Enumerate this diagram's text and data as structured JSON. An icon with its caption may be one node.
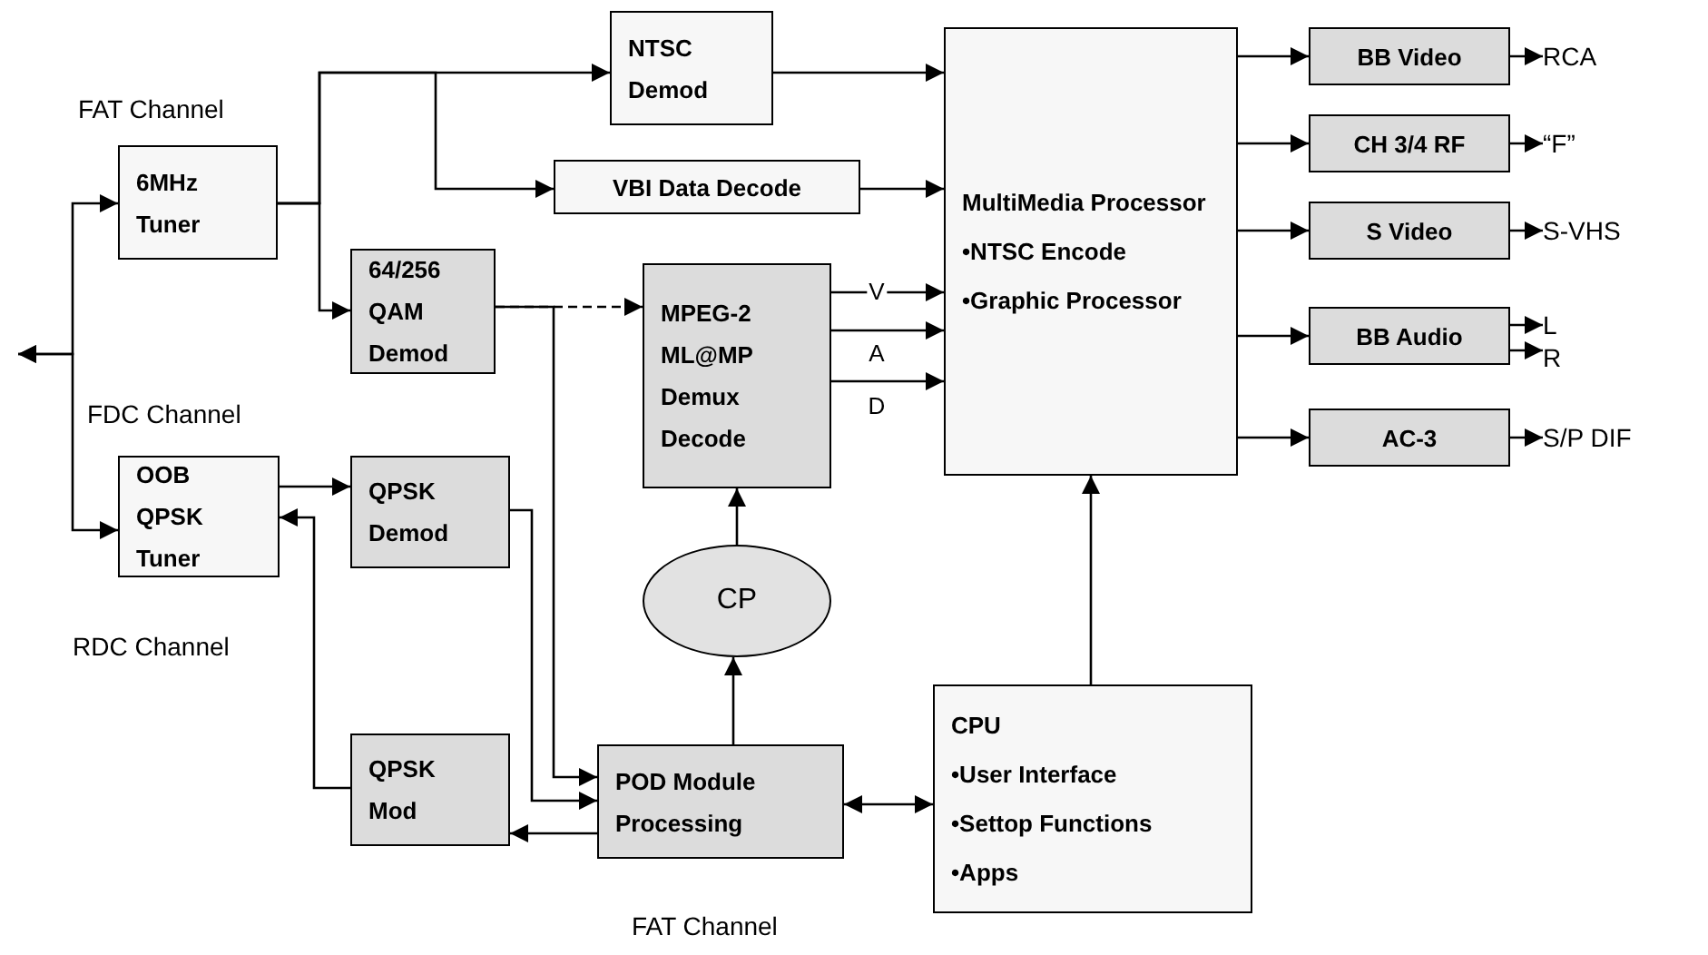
{
  "diagram": {
    "nodes": [
      {
        "text": [
          "6MHz Tuner"
        ]
      },
      {
        "text": [
          "NTSC Demod"
        ]
      },
      {
        "text": [
          "VBI Data Decode"
        ]
      },
      {
        "text": [
          "64/256 QAM Demod"
        ]
      },
      {
        "text": [
          "MPEG-2 ML@MP Demux Decode"
        ]
      },
      {
        "text": [
          "MultiMedia Processor",
          "•NTSC Encode",
          "•Graphic Processor"
        ]
      },
      {
        "text": [
          "BB Video"
        ]
      },
      {
        "text": [
          "CH 3/4 RF"
        ]
      },
      {
        "text": [
          "S Video"
        ]
      },
      {
        "text": [
          "BB Audio"
        ]
      },
      {
        "text": [
          "AC-3"
        ]
      },
      {
        "text": [
          "RCA"
        ]
      },
      {
        "text": [
          "“F”"
        ]
      },
      {
        "text": [
          "S-VHS"
        ]
      },
      {
        "text": [
          "L"
        ]
      },
      {
        "text": [
          "R"
        ]
      },
      {
        "text": [
          "S/P DIF"
        ]
      },
      {
        "text": [
          "OOB QPSK Tuner"
        ]
      },
      {
        "text": [
          "QPSK Demod"
        ]
      },
      {
        "text": [
          "CP"
        ]
      },
      {
        "text": [
          "QPSK Mod"
        ]
      },
      {
        "text": [
          "POD Module Processing"
        ]
      },
      {
        "text": [
          "CPU",
          "•User Interface",
          "•Settop Functions",
          "•Apps"
        ]
      }
    ],
    "edges": [
      {
        "from": null,
        "to": 0,
        "arrow": "both"
      },
      {
        "from": null,
        "to": 17,
        "arrow": "both"
      },
      {
        "from": 0,
        "to": 1,
        "arrow": "to"
      },
      {
        "from": 0,
        "to": 2,
        "arrow": "to"
      },
      {
        "from": 0,
        "to": 3,
        "arrow": "to"
      },
      {
        "from": 1,
        "to": 5,
        "arrow": "to"
      },
      {
        "from": 2,
        "to": 5,
        "arrow": "to"
      },
      {
        "from": 3,
        "to": 4,
        "arrow": "to",
        "style": "dashed"
      },
      {
        "from": 3,
        "to": 21,
        "arrow": "to"
      },
      {
        "from": 4,
        "to": 5,
        "arrow": "to",
        "label": "V"
      },
      {
        "from": 4,
        "to": 5,
        "arrow": "to",
        "label": "A"
      },
      {
        "from": 4,
        "to": 5,
        "arrow": "to",
        "label": "D"
      },
      {
        "from": 5,
        "to": 6,
        "arrow": "to"
      },
      {
        "from": 5,
        "to": 7,
        "arrow": "to"
      },
      {
        "from": 5,
        "to": 8,
        "arrow": "to"
      },
      {
        "from": 5,
        "to": 9,
        "arrow": "to"
      },
      {
        "from": 5,
        "to": 10,
        "arrow": "to"
      },
      {
        "from": 6,
        "to": 11,
        "arrow": "to"
      },
      {
        "from": 7,
        "to": 12,
        "arrow": "to"
      },
      {
        "from": 8,
        "to": 13,
        "arrow": "to"
      },
      {
        "from": 9,
        "to": 14,
        "arrow": "to"
      },
      {
        "from": 9,
        "to": 15,
        "arrow": "to"
      },
      {
        "from": 10,
        "to": 16,
        "arrow": "to"
      },
      {
        "from": 17,
        "to": 18,
        "arrow": "to"
      },
      {
        "from": 20,
        "to": 17,
        "arrow": "to"
      },
      {
        "from": 18,
        "to": 21,
        "arrow": "to"
      },
      {
        "from": 21,
        "to": 20,
        "arrow": "to"
      },
      {
        "from": 21,
        "to": 19,
        "arrow": "to"
      },
      {
        "from": 19,
        "to": 4,
        "arrow": "to"
      },
      {
        "from": 21,
        "to": 22,
        "arrow": "both"
      },
      {
        "from": 22,
        "to": 5,
        "arrow": "to"
      }
    ],
    "labels": [
      "FAT Channel",
      "FDC Channel",
      "RDC Channel",
      "FAT Channel"
    ]
  }
}
